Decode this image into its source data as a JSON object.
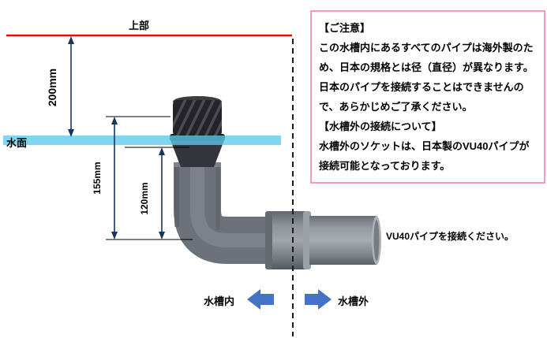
{
  "diagram": {
    "top_edge_label": "上部",
    "water_surface_label": "水面",
    "dim_200_label": "200mm",
    "dim_155_label": "155mm",
    "dim_120_label": "120mm",
    "tank_inside_label": "水槽内",
    "tank_outside_label": "水槽外",
    "vu40_note": "VU40パイプを接続ください。"
  },
  "notice_box": {
    "lines": [
      "【ご注意】",
      "この水槽内にあるすべてのパイプは海外製のため、日本の規格とは径（直径）が異なります。",
      "日本のパイプを接続することはできませんので、あらかじめご了承ください。",
      "【水槽外の接続について】",
      "水槽外のソケットは、日本製のVU40パイプが接続可能となっております。"
    ]
  },
  "colors": {
    "top_line": "#ff0000",
    "water": "#5fc9e9",
    "dimension": "#17365d",
    "block_arrow": "#4472c4",
    "notice_border": "#f49ac1"
  }
}
